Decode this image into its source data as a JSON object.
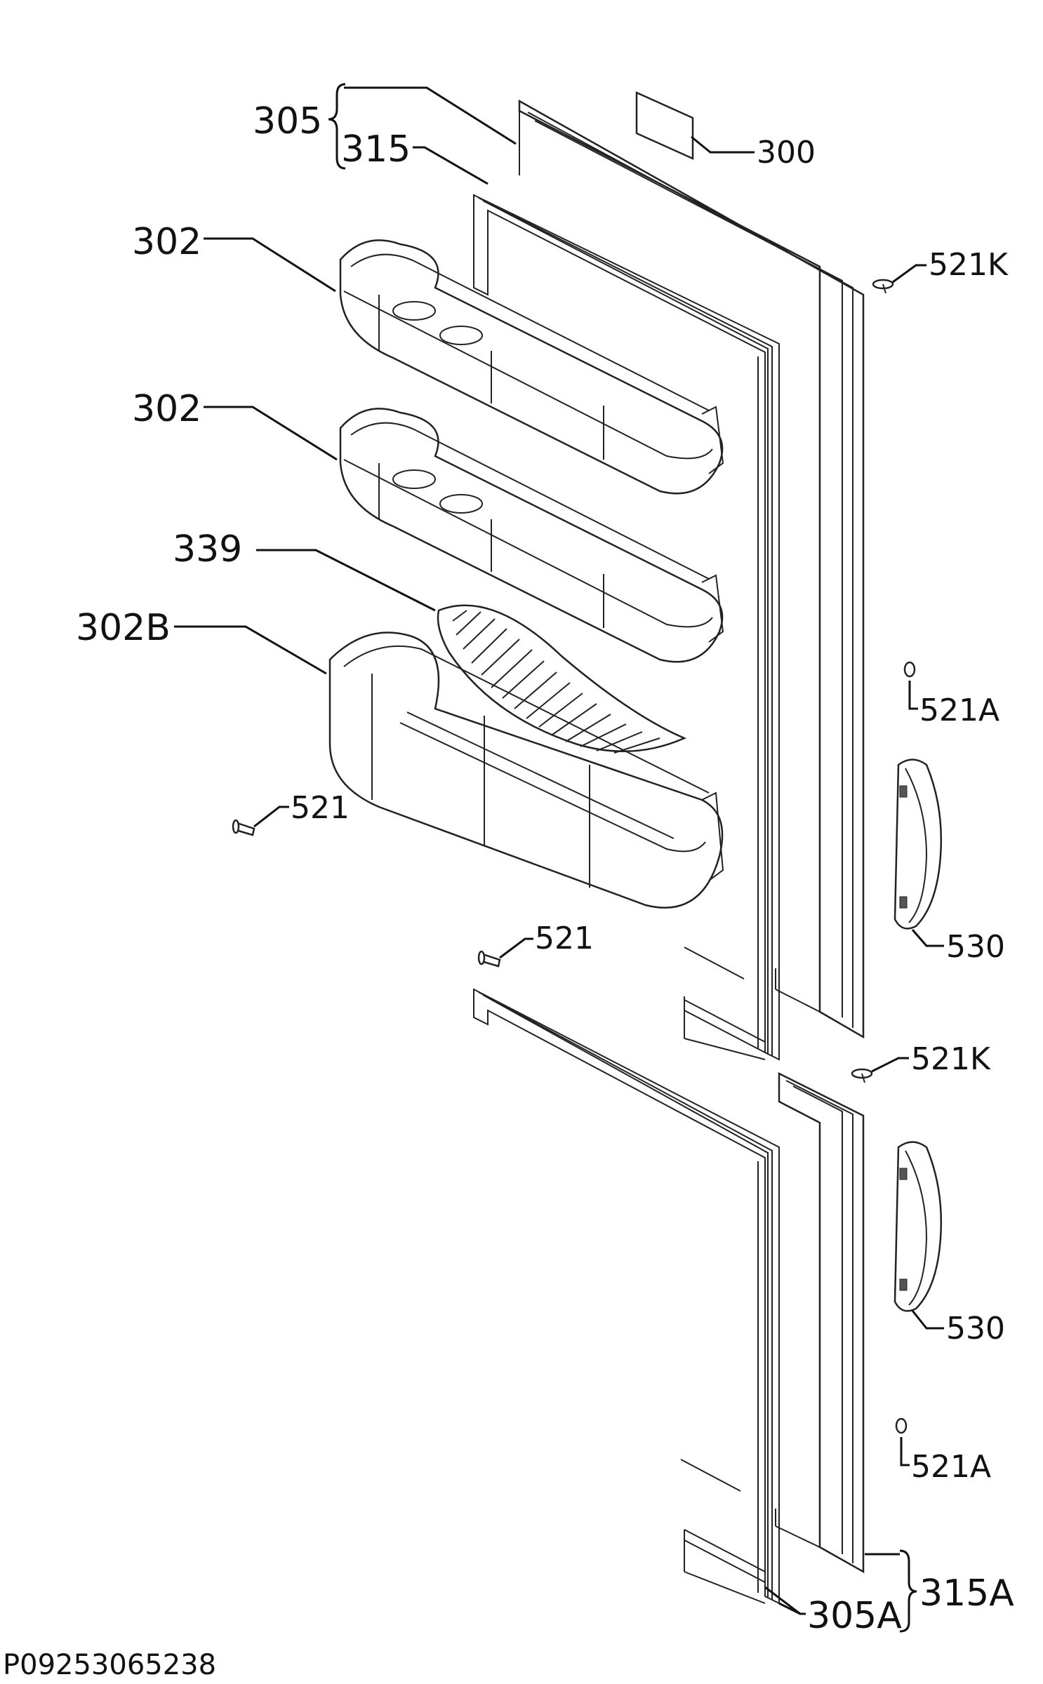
{
  "labels": {
    "l305": "305",
    "l315": "315",
    "l300": "300",
    "l302a": "302",
    "l302b": "302",
    "l339": "339",
    "l302B": "302B",
    "l521K_top": "521K",
    "l521A_top": "521A",
    "l521_left": "521",
    "l521_mid": "521",
    "l530_top": "530",
    "l521K_mid": "521K",
    "l530_bot": "530",
    "l521A_bot": "521A",
    "l315A": "315A",
    "l305A": "305A"
  },
  "footer_code": "P09253065238"
}
